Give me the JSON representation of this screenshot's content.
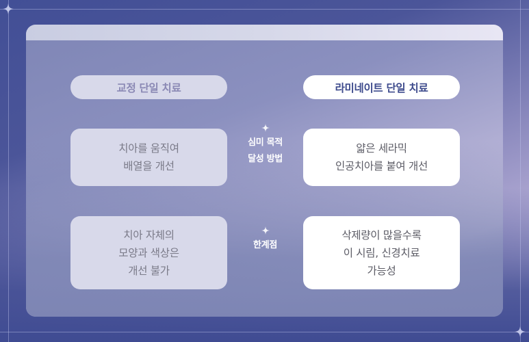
{
  "comparison": {
    "left_column": {
      "header": "교정 단일 치료",
      "rows": [
        {
          "lines": [
            "치아를 움직여",
            "배열을 개선"
          ]
        },
        {
          "lines": [
            "치아 자체의",
            "모양과 색상은",
            "개선 불가"
          ]
        }
      ]
    },
    "right_column": {
      "header": "라미네이트 단일 치료",
      "rows": [
        {
          "lines": [
            "얇은 세라믹",
            "인공치아를 붙여 개선"
          ]
        },
        {
          "lines": [
            "삭제량이 많을수록",
            "이 시림, 신경치료",
            "가능성"
          ]
        }
      ]
    },
    "row_labels": [
      {
        "lines": [
          "심미 목적",
          "달성 방법"
        ],
        "icon": "sparkle-icon"
      },
      {
        "lines": [
          "한계점"
        ],
        "icon": "sparkle-icon"
      }
    ]
  },
  "colors": {
    "background_dark": "#424f96",
    "background_light": "#c8bfe0",
    "left_box_bg": "#d8d9ea",
    "right_box_bg": "#ffffff",
    "right_header_text": "#3d4a8c",
    "left_header_text": "#8a88b4"
  }
}
